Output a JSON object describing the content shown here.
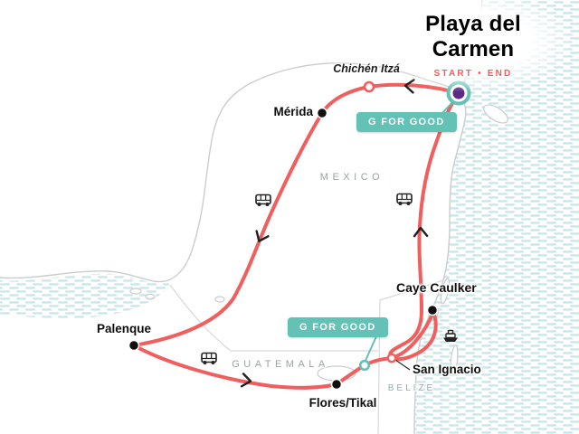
{
  "map": {
    "title": "Playa del Carmen",
    "start_end": "START • END",
    "badges": [
      {
        "label": "G FOR GOOD"
      },
      {
        "label": "G FOR GOOD"
      }
    ],
    "regions": [
      {
        "name": "MEXICO"
      },
      {
        "name": "GUATEMALA"
      },
      {
        "name": "BELIZE"
      }
    ],
    "stops": [
      {
        "name": "Chichén Itzá",
        "marker": "open-red-circle"
      },
      {
        "name": "Mérida",
        "marker": "black-dot"
      },
      {
        "name": "Palenque",
        "marker": "black-dot"
      },
      {
        "name": "Flores/Tikal",
        "marker": "black-dot"
      },
      {
        "name": "San Ignacio",
        "marker": "open-red-circle"
      },
      {
        "name": "Caye Caulker",
        "marker": "black-dot"
      }
    ],
    "start_end_marker": {
      "city": "Playa del Carmen",
      "style": "purple-dot-teal-ring"
    },
    "transport": [
      "bus",
      "bus",
      "bus",
      "ferry"
    ],
    "colors": {
      "route": "#f15e5e",
      "badge_teal": "#63c1b5",
      "start_marker_purple": "#5b2a86",
      "water_hatch": "#c6e7eb",
      "coast_gray": "#c9cdcd"
    }
  }
}
